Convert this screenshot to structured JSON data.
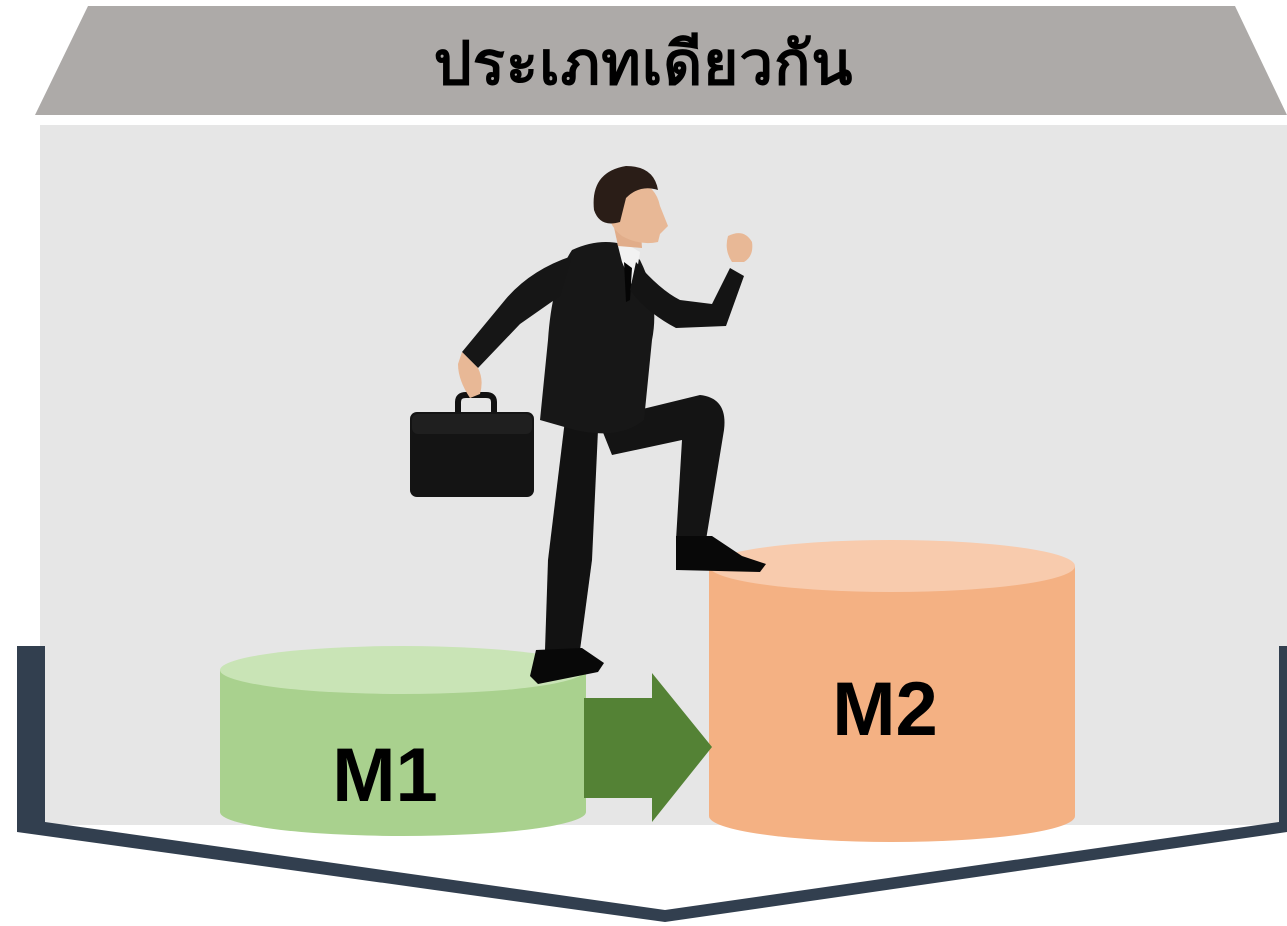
{
  "header": {
    "title": "ประเภทเดียวกัน"
  },
  "cylinders": {
    "m1": {
      "label": "M1"
    },
    "m2": {
      "label": "M2"
    }
  },
  "colors": {
    "banner": "#adaaa8",
    "panel": "#e6e6e6",
    "frame": "#323f4f",
    "m1_body": "#a9d18e",
    "m1_top": "#c9e4b6",
    "m2_body": "#f4b183",
    "m2_top": "#f8cbad",
    "arrow": "#548235"
  },
  "icons": {
    "figure": "businessman-climbing-icon",
    "briefcase": "briefcase-icon",
    "arrow": "right-arrow-icon"
  }
}
